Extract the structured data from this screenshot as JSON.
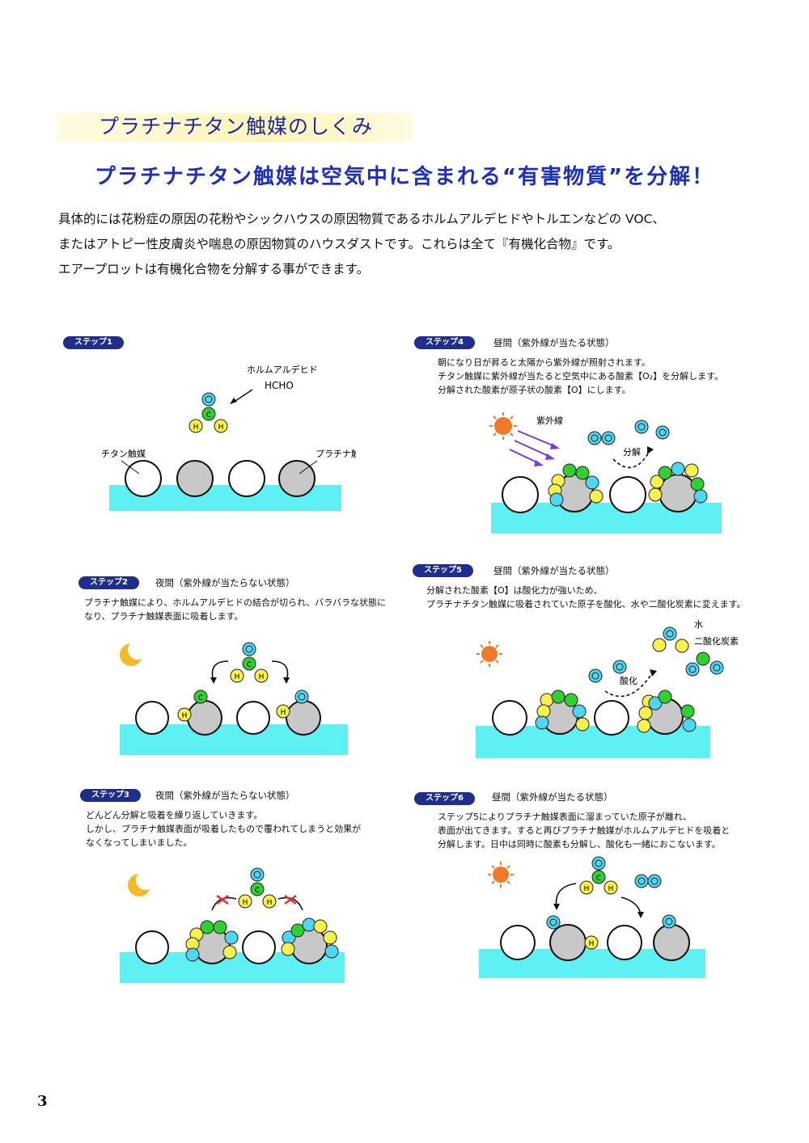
{
  "section_title": "プラチナチタン触媒のしくみ",
  "headline": "プラチナチタン触媒は空気中に含まれる“有害物質”を分解！",
  "intro_lines": [
    "具体的には花粉症の原因の花粉やシックハウスの原因物質であるホルムアルデヒドやトルエンなどの VOC、",
    "またはアトピー性皮膚炎や喘息の原因物質のハウスダストです。これらは全て『有機化合物』です。",
    "エアープロットは有機化合物を分解する事ができます。"
  ],
  "step1": {
    "badge": "ステップ1",
    "label_formaldehyde": "ホルムアルデヒド",
    "label_formula": "HCHO",
    "label_titanium": "チタン触媒",
    "label_platinum": "プラチナ触媒"
  },
  "step2": {
    "badge": "ステップ2",
    "condition": "夜間（紫外線が当たらない状態）",
    "desc": [
      "プラチナ触媒により、ホルムアルデヒドの結合が切られ、バラバラな状態に",
      "なり、プラチナ触媒表面に吸着します。"
    ]
  },
  "step3": {
    "badge": "ステップ3",
    "condition": "夜間（紫外線が当たらない状態）",
    "desc": [
      "どんどん分解と吸着を繰り返していきます。",
      "しかし、プラチナ触媒表面が吸着したもので覆われてしまうと効果が",
      "なくなってしまいました。"
    ]
  },
  "step4": {
    "badge": "ステップ4",
    "condition": "昼間（紫外線が当たる状態）",
    "desc": [
      "朝になり日が昇ると太陽から紫外線が照射されます。",
      "チタン触媒に紫外線が当たると空気中にある酸素【O₂】を分解します。",
      "分解された酸素が原子状の酸素【O】にします。"
    ],
    "label_uv": "紫外線",
    "label_decompose": "分解"
  },
  "step5": {
    "badge": "ステップ5",
    "condition": "昼間（紫外線が当たる状態）",
    "desc": [
      "分解された酸素【O】は酸化力が強いため、",
      "プラチナチタン触媒に吸着されていた原子を酸化、水や二酸化炭素に変えます。"
    ],
    "label_water": "水",
    "label_co2": "二酸化炭素",
    "label_oxidize": "酸化"
  },
  "step6": {
    "badge": "ステップ6",
    "condition": "昼間（紫外線が当たる状態）",
    "desc": [
      "ステップ5によりプラチナ触媒表面に溜まっていた原子が離れ、",
      "表面が出てきます。すると再びプラチナ触媒がホルムアルデヒドを吸着と",
      "分解します。日中は同時に酸素も分解し、酸化も一緒におこないます。"
    ]
  },
  "atom_letters": {
    "oxygen": "O",
    "carbon": "C",
    "hydrogen": "H"
  },
  "colors": {
    "title_blue": "#1c2fc0",
    "badge_navy": "#1f2d8c",
    "water_cyan": "#5ff0f4",
    "platinum_gray": "#c8c8c8",
    "oxygen": "#4fd6f0",
    "carbon": "#2fd02f",
    "hydrogen": "#f6f24a"
  },
  "page_number": "3"
}
